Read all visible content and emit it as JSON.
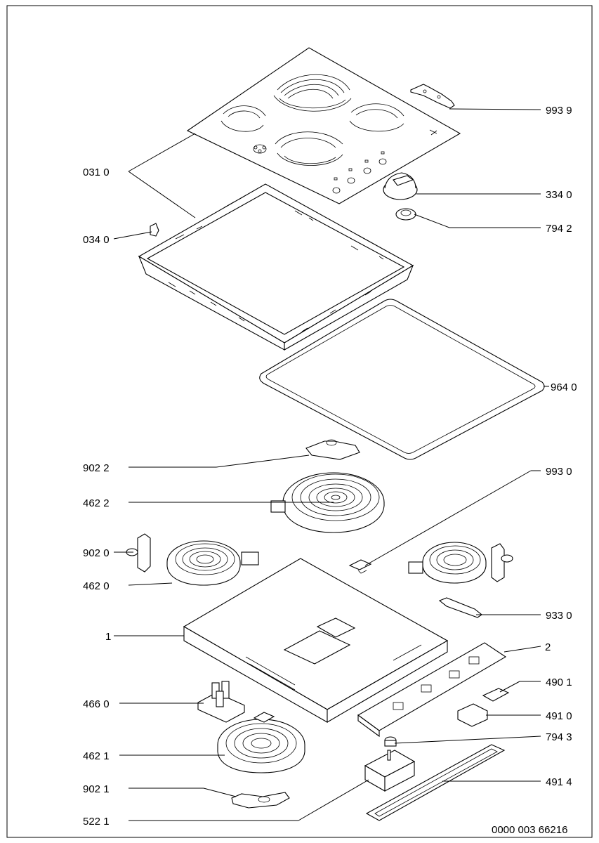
{
  "drawing_number": "0000 003 66216",
  "labels": {
    "l9939": "993 9",
    "l0310": "031 0",
    "l3340": "334 0",
    "l0340": "034 0",
    "l7942": "794 2",
    "l9640": "964 0",
    "l9022": "902 2",
    "l9930": "993 0",
    "l4622": "462 2",
    "l9020": "902 0",
    "l4620": "462 0",
    "l9330": "933 0",
    "l1": "1",
    "l2": "2",
    "l4901": "490 1",
    "l4660": "466 0",
    "l4910": "491 0",
    "l7943": "794 3",
    "l4621": "462 1",
    "l4914": "491 4",
    "l9021": "902 1",
    "l5221": "522 1"
  }
}
